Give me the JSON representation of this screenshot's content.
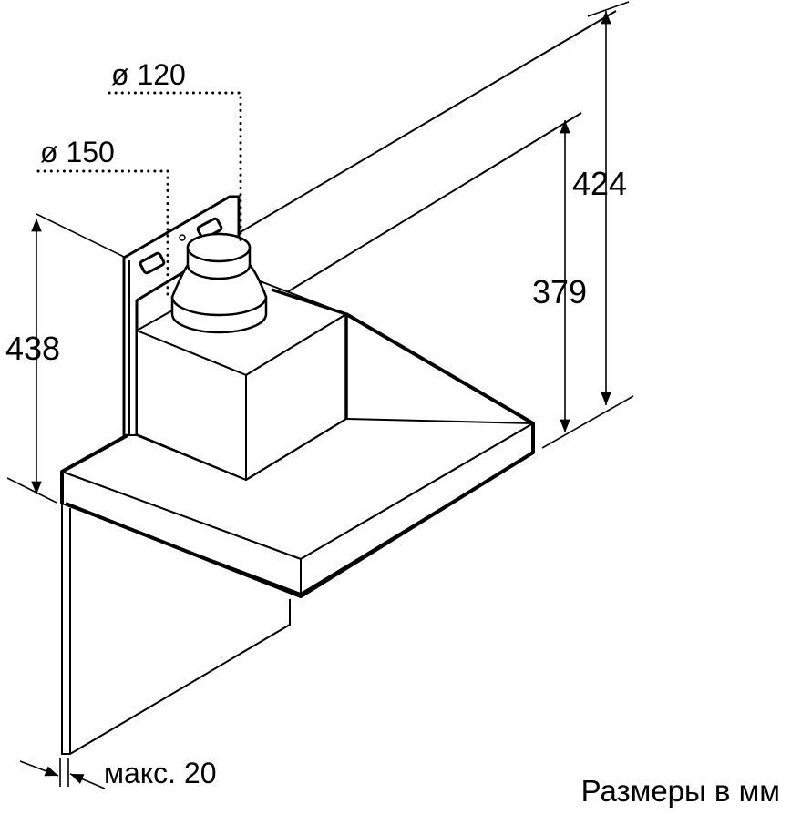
{
  "dimensions": {
    "height_total": "424",
    "height_inner": "379",
    "height_side": "438",
    "duct_diameter_small": "ø 120",
    "duct_diameter_large": "ø 150",
    "wall_gap": "макс. 20"
  },
  "caption": "Размеры в мм",
  "colors": {
    "line": "#000000",
    "background": "#ffffff"
  }
}
